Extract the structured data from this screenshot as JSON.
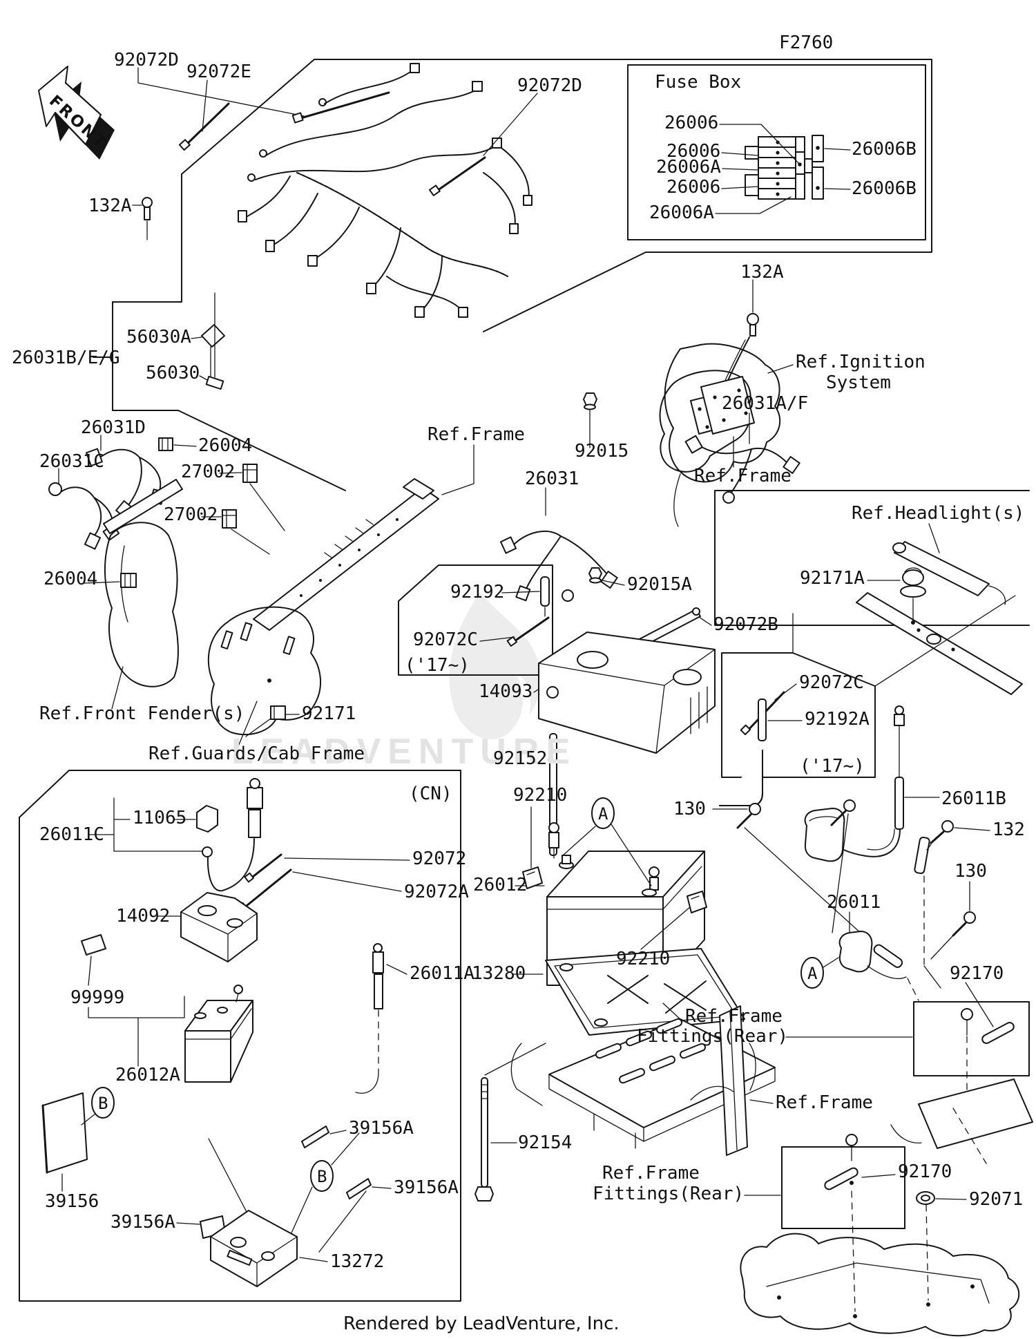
{
  "figure_code": "F2760",
  "front_marker": "FRONT",
  "watermark": "LEADVENTURE",
  "credit": "Rendered by LeadVenture, Inc.",
  "fuse_box": {
    "title": "Fuse Box"
  },
  "region_note": "(CN)",
  "year_note": "('17~)",
  "callout_letters": {
    "a": "A",
    "b": "B"
  },
  "parts": {
    "92072D": "92072D",
    "92072E": "92072E",
    "132A": "132A",
    "26006": "26006",
    "26006A": "26006A",
    "26006B": "26006B",
    "26031BEG": "26031B/E/G",
    "56030A": "56030A",
    "56030": "56030",
    "26031D": "26031D",
    "26031C": "26031C",
    "26004": "26004",
    "27002": "27002",
    "92015": "92015",
    "26031": "26031",
    "26031AF": "26031A/F",
    "92171A": "92171A",
    "92015A": "92015A",
    "92072B": "92072B",
    "92192": "92192",
    "92072C": "92072C",
    "14093": "14093",
    "92171": "92171",
    "92192A": "92192A",
    "92152": "92152",
    "92210": "92210",
    "26012": "26012",
    "13280": "13280",
    "130": "130",
    "26011B": "26011B",
    "132": "132",
    "26011": "26011",
    "92170": "92170",
    "11065": "11065",
    "26011C": "26011C",
    "92072": "92072",
    "92072A": "92072A",
    "14092": "14092",
    "99999": "99999",
    "26011A": "26011A",
    "26012A": "26012A",
    "39156A": "39156A",
    "39156": "39156",
    "13272": "13272",
    "92154": "92154",
    "92071": "92071"
  },
  "refs": {
    "frame": "Ref.Frame",
    "ignition_line1": "Ref.Ignition",
    "ignition_line2": "System",
    "headlights": "Ref.Headlight(s)",
    "front_fenders": "Ref.Front Fender(s)",
    "guards_cab_frame": "Ref.Guards/Cab Frame",
    "fittings_line1": "Ref.Frame",
    "fittings_line2": "Fittings(Rear)"
  }
}
